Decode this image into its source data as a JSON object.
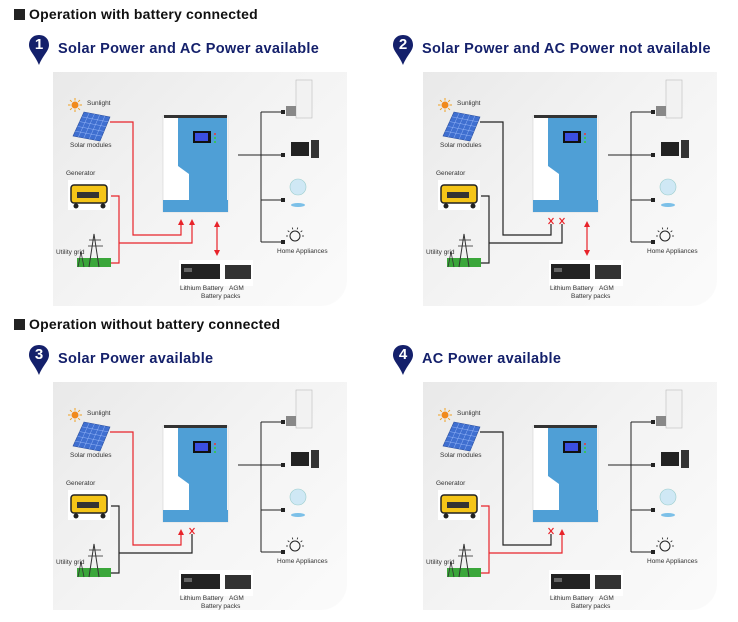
{
  "sections": [
    {
      "title": "Operation with battery connected"
    },
    {
      "title": "Operation without battery connected"
    }
  ],
  "modes": [
    {
      "number": "1",
      "title": "Solar Power and AC Power available",
      "solar_line": "active",
      "ac_line": "active",
      "battery_line": "active",
      "solar_mark": "arrow",
      "ac_mark": "arrow",
      "battery_shown": true
    },
    {
      "number": "2",
      "title": "Solar Power and AC Power not available",
      "solar_line": "inactive",
      "ac_line": "inactive",
      "battery_line": "active",
      "solar_mark": "x",
      "ac_mark": "x",
      "battery_shown": true
    },
    {
      "number": "3",
      "title": "Solar Power available",
      "solar_line": "active",
      "ac_line": "inactive",
      "battery_line": "none",
      "solar_mark": "arrow",
      "ac_mark": "x",
      "battery_shown": true
    },
    {
      "number": "4",
      "title": "AC Power available",
      "solar_line": "inactive",
      "ac_line": "active",
      "battery_line": "none",
      "solar_mark": "x",
      "ac_mark": "arrow",
      "battery_shown": true
    }
  ],
  "labels": {
    "sunlight": "Sunlight",
    "solar_modules": "Solar modules",
    "generator": "Generator",
    "utility_grid": "Utility grid",
    "lithium_battery": "Lithium Battery",
    "agm": "AGM",
    "battery_packs": "Battery packs",
    "home_appliances": "Home Appliances"
  },
  "colors": {
    "active_line": "#e8232a",
    "inactive_line": "#222222",
    "title_blue": "#14206b",
    "inverter_blue": "#4f9fd6"
  }
}
